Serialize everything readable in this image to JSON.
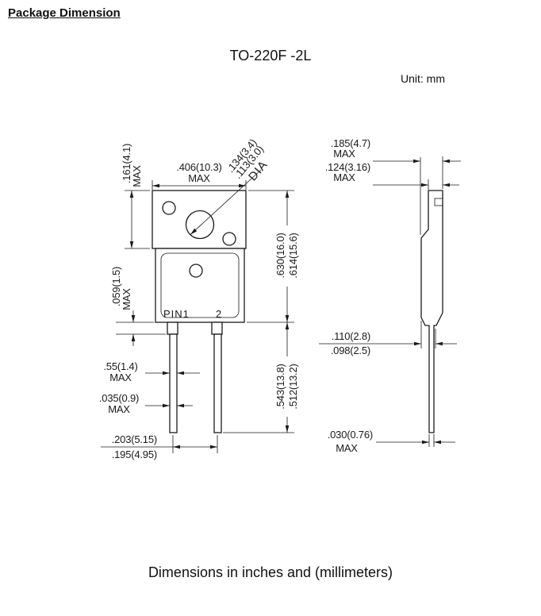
{
  "page": {
    "heading": "Package Dimension",
    "title": "TO-220F -2L",
    "unit_note": "Unit: mm",
    "footer_note": "Dimensions in inches and (millimeters)"
  },
  "colors": {
    "ink": "#1a1a1a",
    "paper": "#ffffff"
  },
  "front_view": {
    "pin1_label": "PIN1",
    "pin2_label": "2",
    "dims": {
      "tab_height": {
        "value": ".161(4.1)",
        "qualifier": "MAX"
      },
      "body_width": {
        "value": ".406(10.3)",
        "qualifier": "MAX"
      },
      "hole_diameter": {
        "upper": ".134(3.4)",
        "lower": ".113(3.0)",
        "qualifier": "DIA"
      },
      "overall_height": {
        "upper": ".630(16.0)",
        "lower": ".614(15.6)"
      },
      "shoulder_height": {
        "value": ".059(1.5)",
        "qualifier": "MAX"
      },
      "lead_width": {
        "value": ".55(1.4)",
        "qualifier": "MAX"
      },
      "lead_thickness": {
        "value": ".035(0.9)",
        "qualifier": "MAX"
      },
      "lead_length": {
        "upper": ".543(13.8)",
        "lower": ".512(13.2)"
      },
      "lead_pitch": {
        "upper": ".203(5.15)",
        "lower": ".195(4.95)"
      }
    }
  },
  "side_view": {
    "dims": {
      "overall_thickness": {
        "value": ".185(4.7)",
        "qualifier": "MAX"
      },
      "tab_thickness": {
        "value": ".124(3.16)",
        "qualifier": "MAX"
      },
      "body_thickness": {
        "upper": ".110(2.8)",
        "lower": ".098(2.5)"
      },
      "lead_thickness": {
        "value": ".030(0.76)",
        "qualifier": "MAX"
      }
    }
  }
}
